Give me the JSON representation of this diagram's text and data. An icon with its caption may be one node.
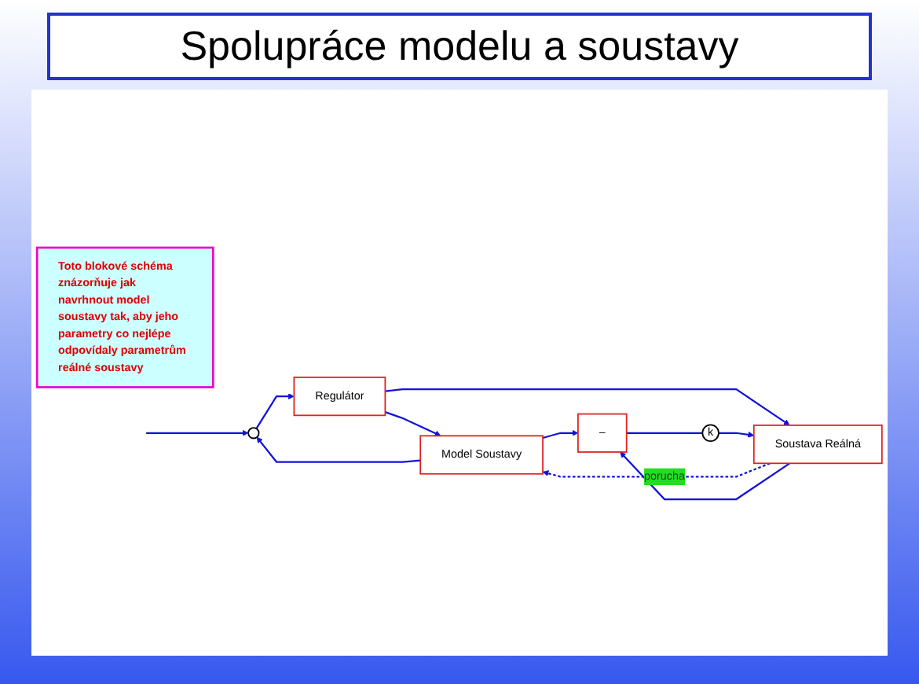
{
  "diagram": {
    "title": "Spolupráce modelu a soustavy",
    "nodes": [
      {
        "text": [],
        "shape": "circle"
      },
      {
        "text": [
          "Regulátor"
        ]
      },
      {
        "text": [
          "Model Soustavy"
        ]
      },
      {
        "text": [
          "Soustava Reálná"
        ]
      },
      {
        "text": [
          "–"
        ]
      },
      {
        "text": [
          "k"
        ]
      },
      {
        "text": [
          "Toto blokové schéma znázorňuje jak navrhnout model soustavy tak, aby jeho parametry co nejlépe odpovídaly parametrům reálné soustavy"
        ]
      }
    ],
    "edges": [
      {
        "from": null,
        "to": 0,
        "arrow": "to"
      },
      {
        "from": 0,
        "to": 1,
        "arrow": "to"
      },
      {
        "from": 1,
        "to": 2,
        "arrow": "to"
      },
      {
        "from": 1,
        "to": 3,
        "arrow": "to"
      },
      {
        "from": 2,
        "to": 4,
        "arrow": "to"
      },
      {
        "from": 2,
        "to": 0,
        "arrow": "to"
      },
      {
        "from": 3,
        "to": 2,
        "arrow": "to",
        "label": "porucha",
        "style": "dashed"
      },
      {
        "from": 3,
        "to": 4,
        "arrow": "to"
      },
      {
        "from": 4,
        "to": 5,
        "arrow": "none"
      },
      {
        "from": 5,
        "to": 3,
        "arrow": "to"
      }
    ]
  }
}
